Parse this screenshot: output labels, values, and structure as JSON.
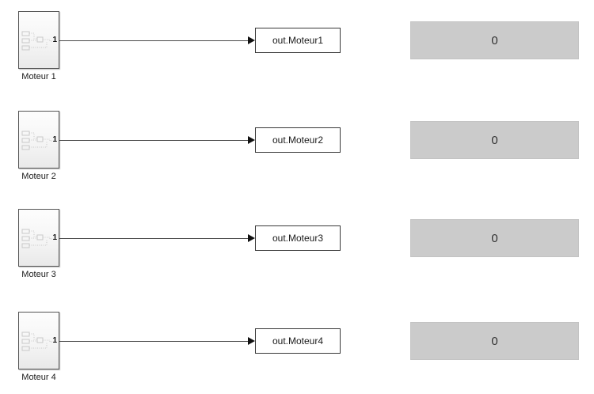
{
  "diagram": {
    "rows": [
      {
        "source_label": "Moteur 1",
        "port_label": "1",
        "outport_label": "out.Moteur1",
        "display_value": "0"
      },
      {
        "source_label": "Moteur 2",
        "port_label": "1",
        "outport_label": "out.Moteur2",
        "display_value": "0"
      },
      {
        "source_label": "Moteur 3",
        "port_label": "1",
        "outport_label": "out.Moteur3",
        "display_value": "0"
      },
      {
        "source_label": "Moteur 4",
        "port_label": "1",
        "outport_label": "out.Moteur4",
        "display_value": "0"
      }
    ],
    "colors": {
      "canvas_bg": "#ffffff",
      "block_border": "#545454",
      "block_gradient_top": "#fdfdfd",
      "block_gradient_bottom": "#e9e9e9",
      "signal_line": "#4a4a4a",
      "arrowhead": "#111111",
      "outport_border": "#383838",
      "display_bg": "#cbcbcb",
      "display_text": "#333333",
      "preview_stroke": "#c9c9c9"
    }
  }
}
